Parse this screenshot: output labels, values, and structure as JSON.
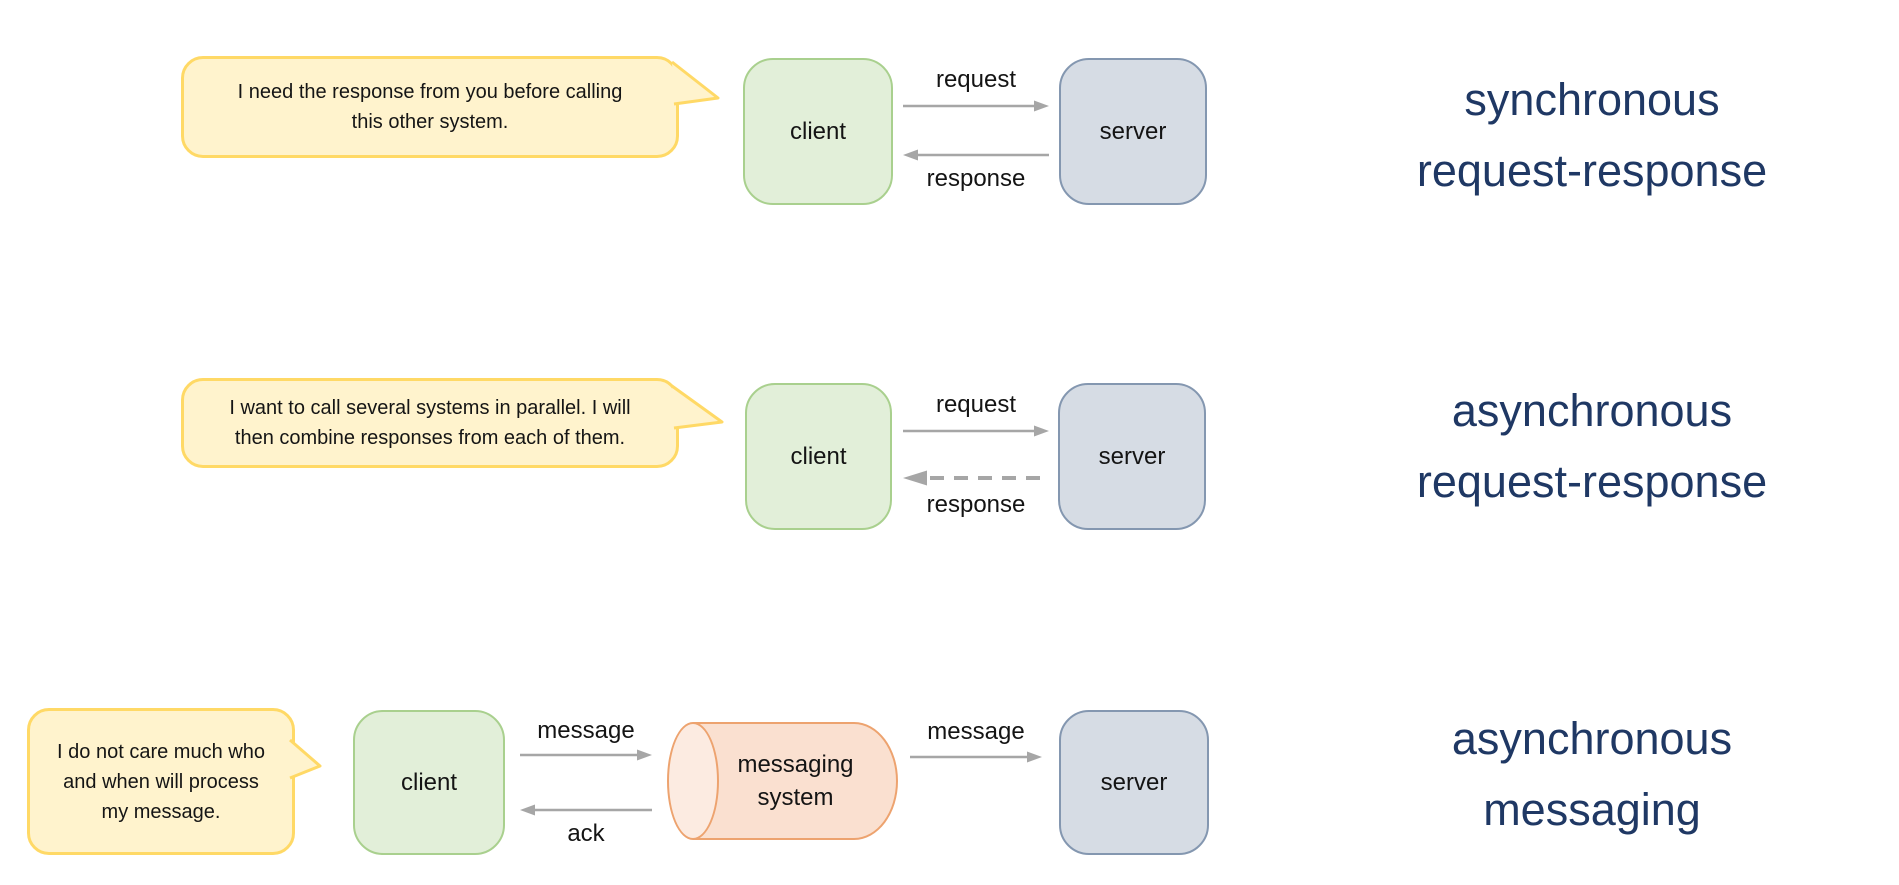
{
  "colors": {
    "bubble_fill": "#FFF3CD",
    "bubble_border": "#FFD966",
    "client_fill": "#E2EFD9",
    "client_border": "#A9D08E",
    "server_fill": "#D6DCE4",
    "server_border": "#8497B0",
    "queue_fill": "#FAE0D0",
    "queue_border": "#EDA36F",
    "title_text": "#1F3864",
    "arrow": "#A6A6A6"
  },
  "rows": [
    {
      "bubble_lines": [
        "I need the response from you before calling",
        "this other system."
      ],
      "client_label": "client",
      "server_label": "server",
      "request_label": "request",
      "response_label": "response",
      "title_line1": "synchronous",
      "title_line2": "request-response"
    },
    {
      "bubble_lines": [
        "I want to call several systems in parallel. I will",
        "then combine responses from each of them."
      ],
      "client_label": "client",
      "server_label": "server",
      "request_label": "request",
      "response_label": "response",
      "title_line1": "asynchronous",
      "title_line2": "request-response"
    },
    {
      "bubble_lines": [
        "I do not care much who",
        "and when will process",
        "my message."
      ],
      "client_label": "client",
      "server_label": "server",
      "queue_label_lines": [
        "messaging",
        "system"
      ],
      "message_to_queue_label": "message",
      "ack_label": "ack",
      "message_to_server_label": "message",
      "title_line1": "asynchronous",
      "title_line2": "messaging"
    }
  ]
}
